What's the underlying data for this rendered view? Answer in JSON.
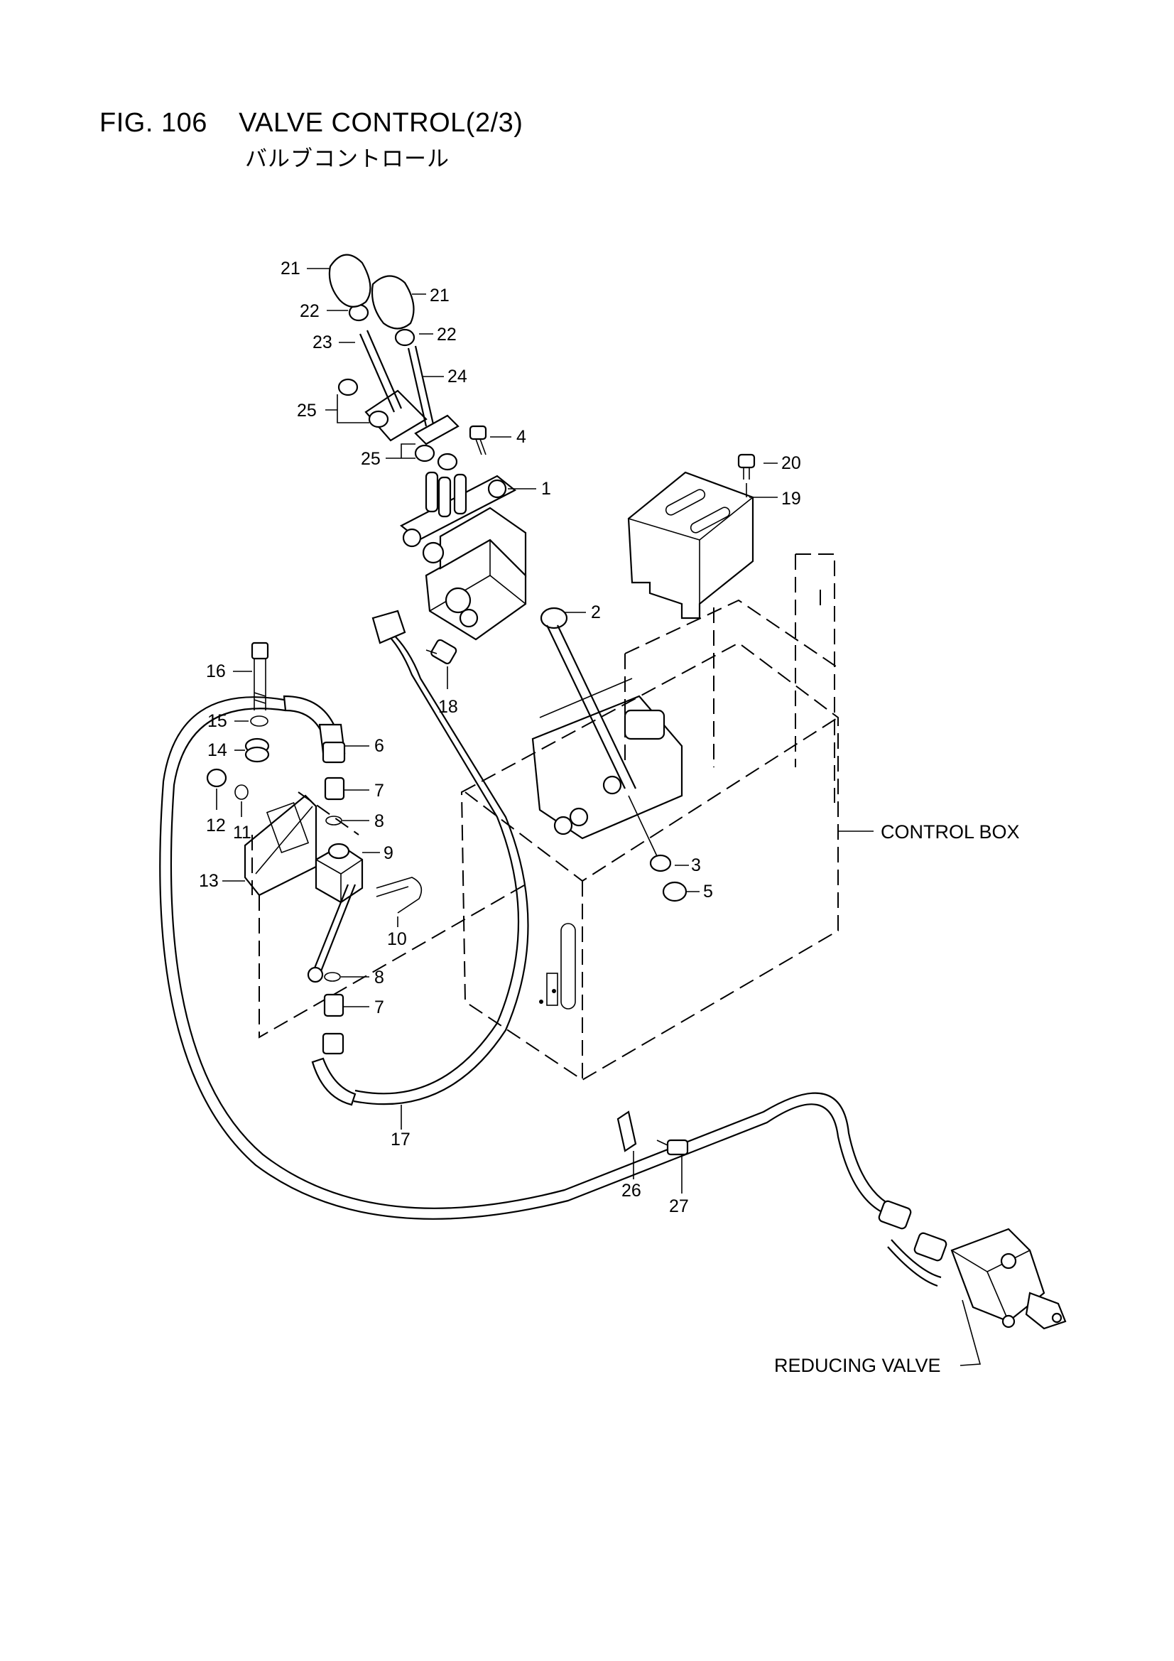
{
  "figure": {
    "title": "FIG. 106    VALVE CONTROL(2/3)",
    "subtitle": "バルブコントロール"
  },
  "callouts": [
    "1",
    "2",
    "3",
    "4",
    "5",
    "6",
    "7",
    "8",
    "9",
    "10",
    "11",
    "12",
    "13",
    "14",
    "15",
    "16",
    "17",
    "18",
    "19",
    "20",
    "21",
    "21",
    "22",
    "22",
    "23",
    "24",
    "25",
    "25",
    "26",
    "27",
    "8",
    "7"
  ],
  "annotations": {
    "control_box": "CONTROL BOX",
    "reducing_valve": "REDUCING VALVE"
  }
}
